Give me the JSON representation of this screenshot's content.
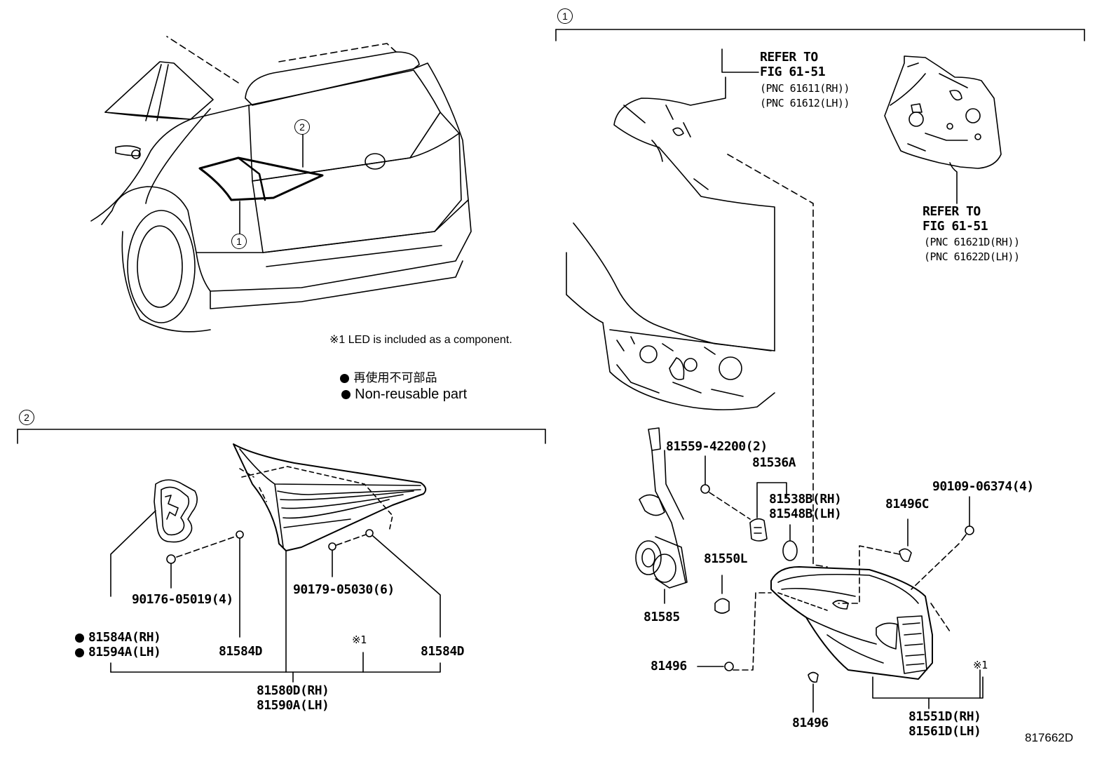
{
  "callouts": {
    "one": "1",
    "two": "2"
  },
  "notes": {
    "led": "※1 LED is included as a component.",
    "non_reusable_jp": "再使用不可部品",
    "non_reusable_en": "Non-reusable part"
  },
  "refer_upper": {
    "line1": "REFER TO",
    "line2": "FIG 61-51",
    "pnc_rh": "(PNC 61611(RH))",
    "pnc_lh": "(PNC 61612(LH))"
  },
  "refer_right": {
    "line1": "REFER TO",
    "line2": "FIG 61-51",
    "pnc_rh": "(PNC 61621D(RH))",
    "pnc_lh": "(PNC 61622D(LH))"
  },
  "section2_parts": {
    "p90176": "90176-05019(4)",
    "p90179": "90179-05030(6)",
    "p81584A": "81584A(RH)",
    "p81594A": "81594A(LH)",
    "p81584D_left": "81584D",
    "p81584D_right": "81584D",
    "note_mark": "※1",
    "p81580D": "81580D(RH)",
    "p81590A": "81590A(LH)"
  },
  "section1_parts": {
    "p81559": "81559-42200(2)",
    "p81536A": "81536A",
    "p81538B": "81538B(RH)",
    "p81548B": "81548B(LH)",
    "p81550L": "81550L",
    "p81585": "81585",
    "p81496C": "81496C",
    "p90109": "90109-06374(4)",
    "p81496_left": "81496",
    "p81496_bottom": "81496",
    "note_mark": "※1",
    "p81551D": "81551D(RH)",
    "p81561D": "81561D(LH)"
  },
  "figure_id": "817662D"
}
